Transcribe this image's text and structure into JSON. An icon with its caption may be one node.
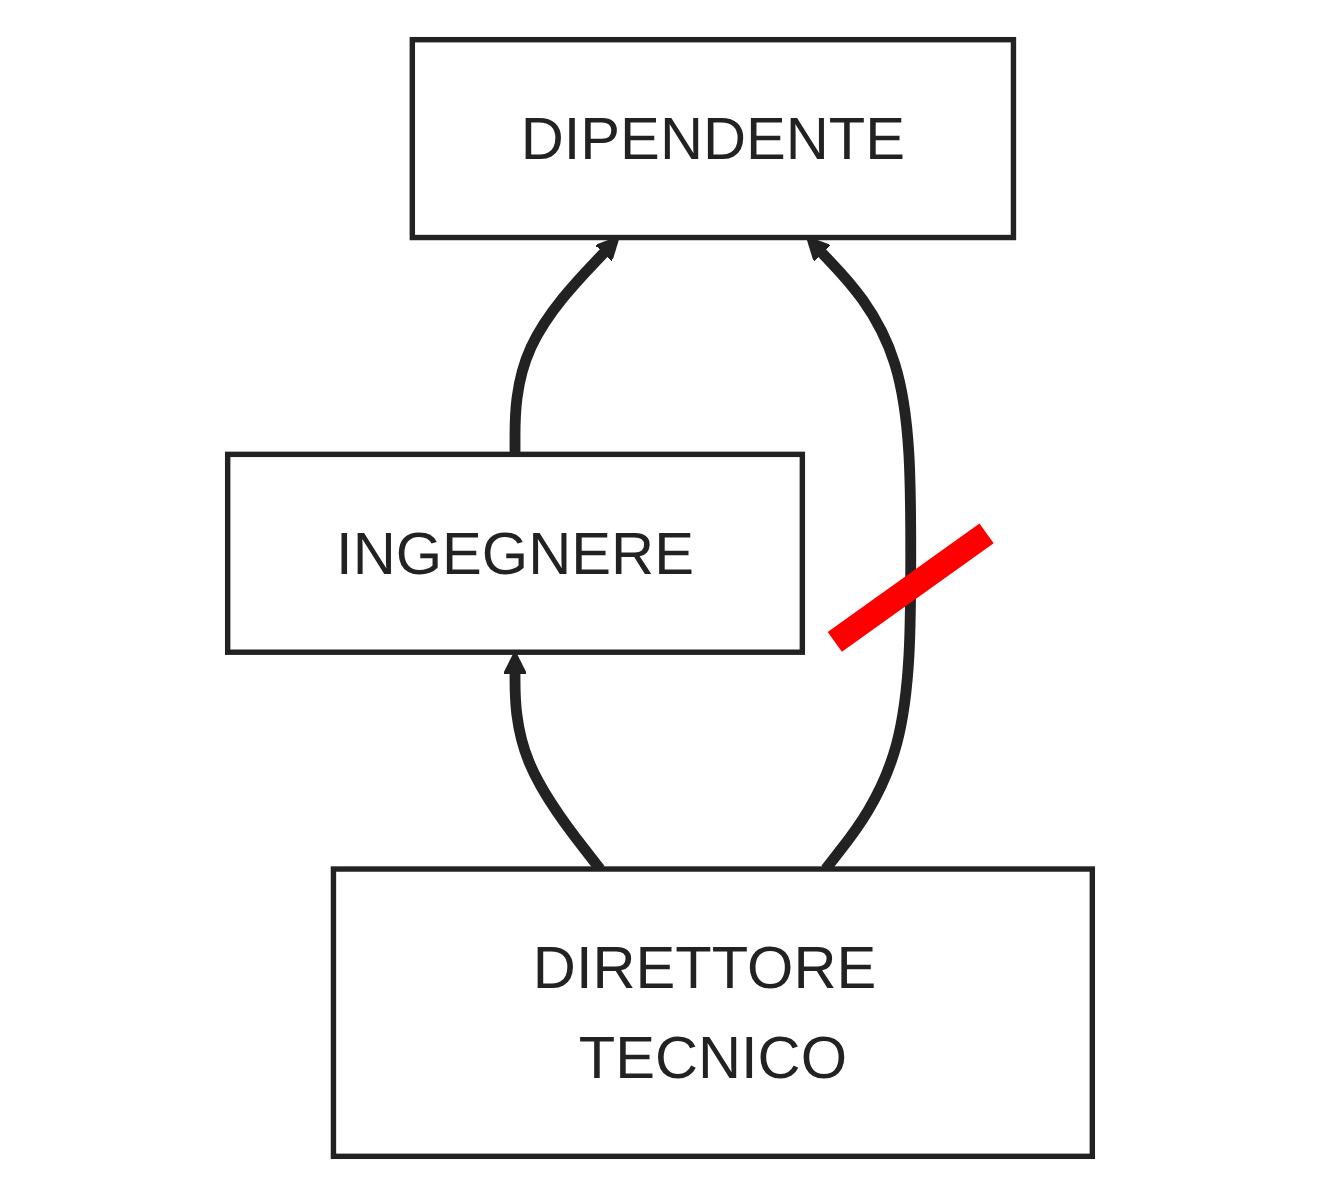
{
  "diagram": {
    "nodes": [
      {
        "text": [
          "DIPENDENTE"
        ]
      },
      {
        "text": [
          "INGEGNERE"
        ]
      },
      {
        "text": [
          "DIRETTORE TECNICO"
        ]
      }
    ],
    "edges": [
      {
        "from": 1,
        "to": 0,
        "arrow": "to"
      },
      {
        "from": 2,
        "to": 0,
        "arrow": "to"
      },
      {
        "from": 2,
        "to": 1,
        "arrow": "to"
      }
    ]
  }
}
